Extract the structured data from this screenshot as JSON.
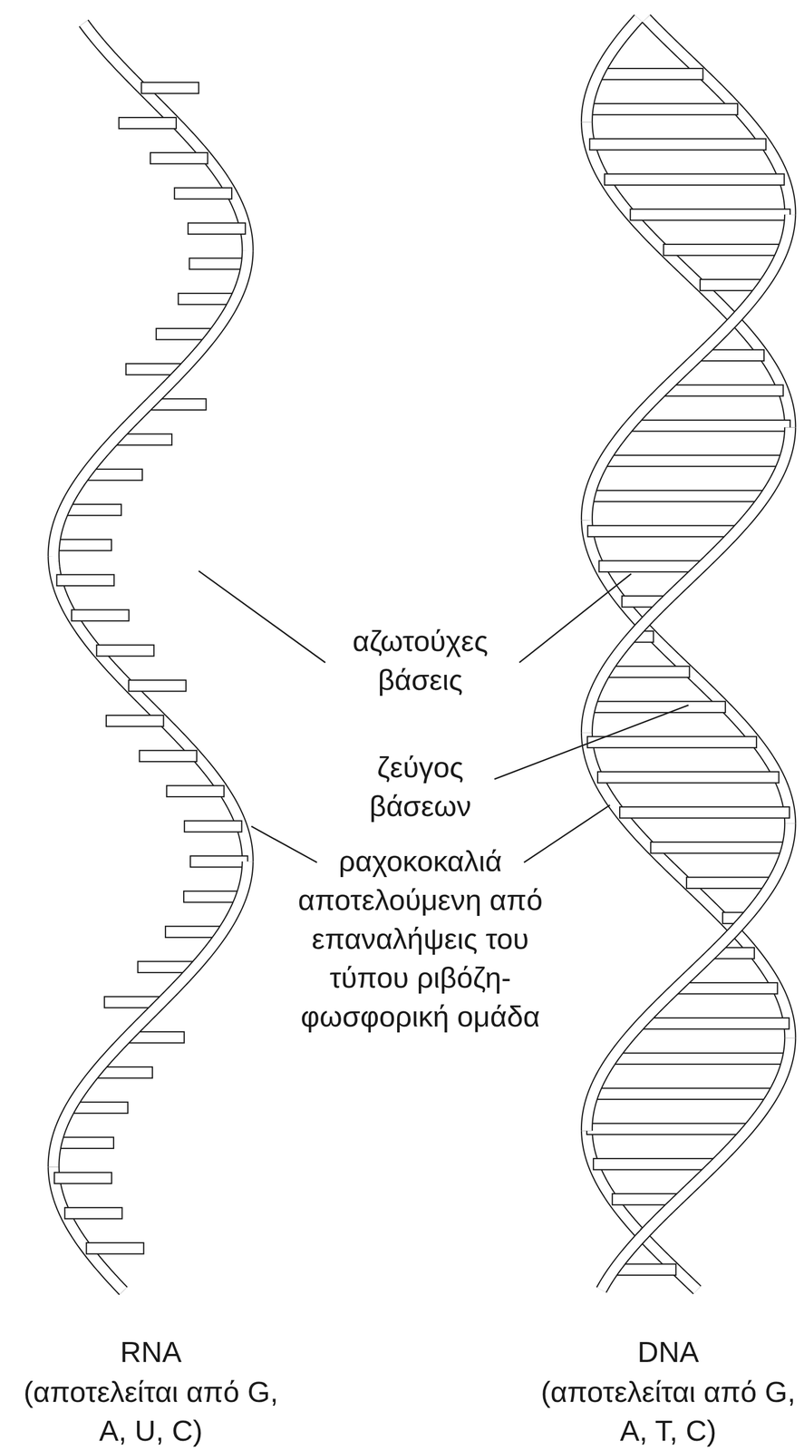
{
  "diagram": {
    "labels": [
      "αζωτούχες βάσεις",
      "ζεύγος βάσεων",
      "ραχοκοκαλιά αποτελούμενη από επαναλήψεις του τύπου ριβόζη-φωσφορική ομάδα",
      "RNA",
      "(αποτελείται από G, A, U, C)",
      "DNA",
      "(αποτελείται από G, A, T, C)"
    ]
  }
}
